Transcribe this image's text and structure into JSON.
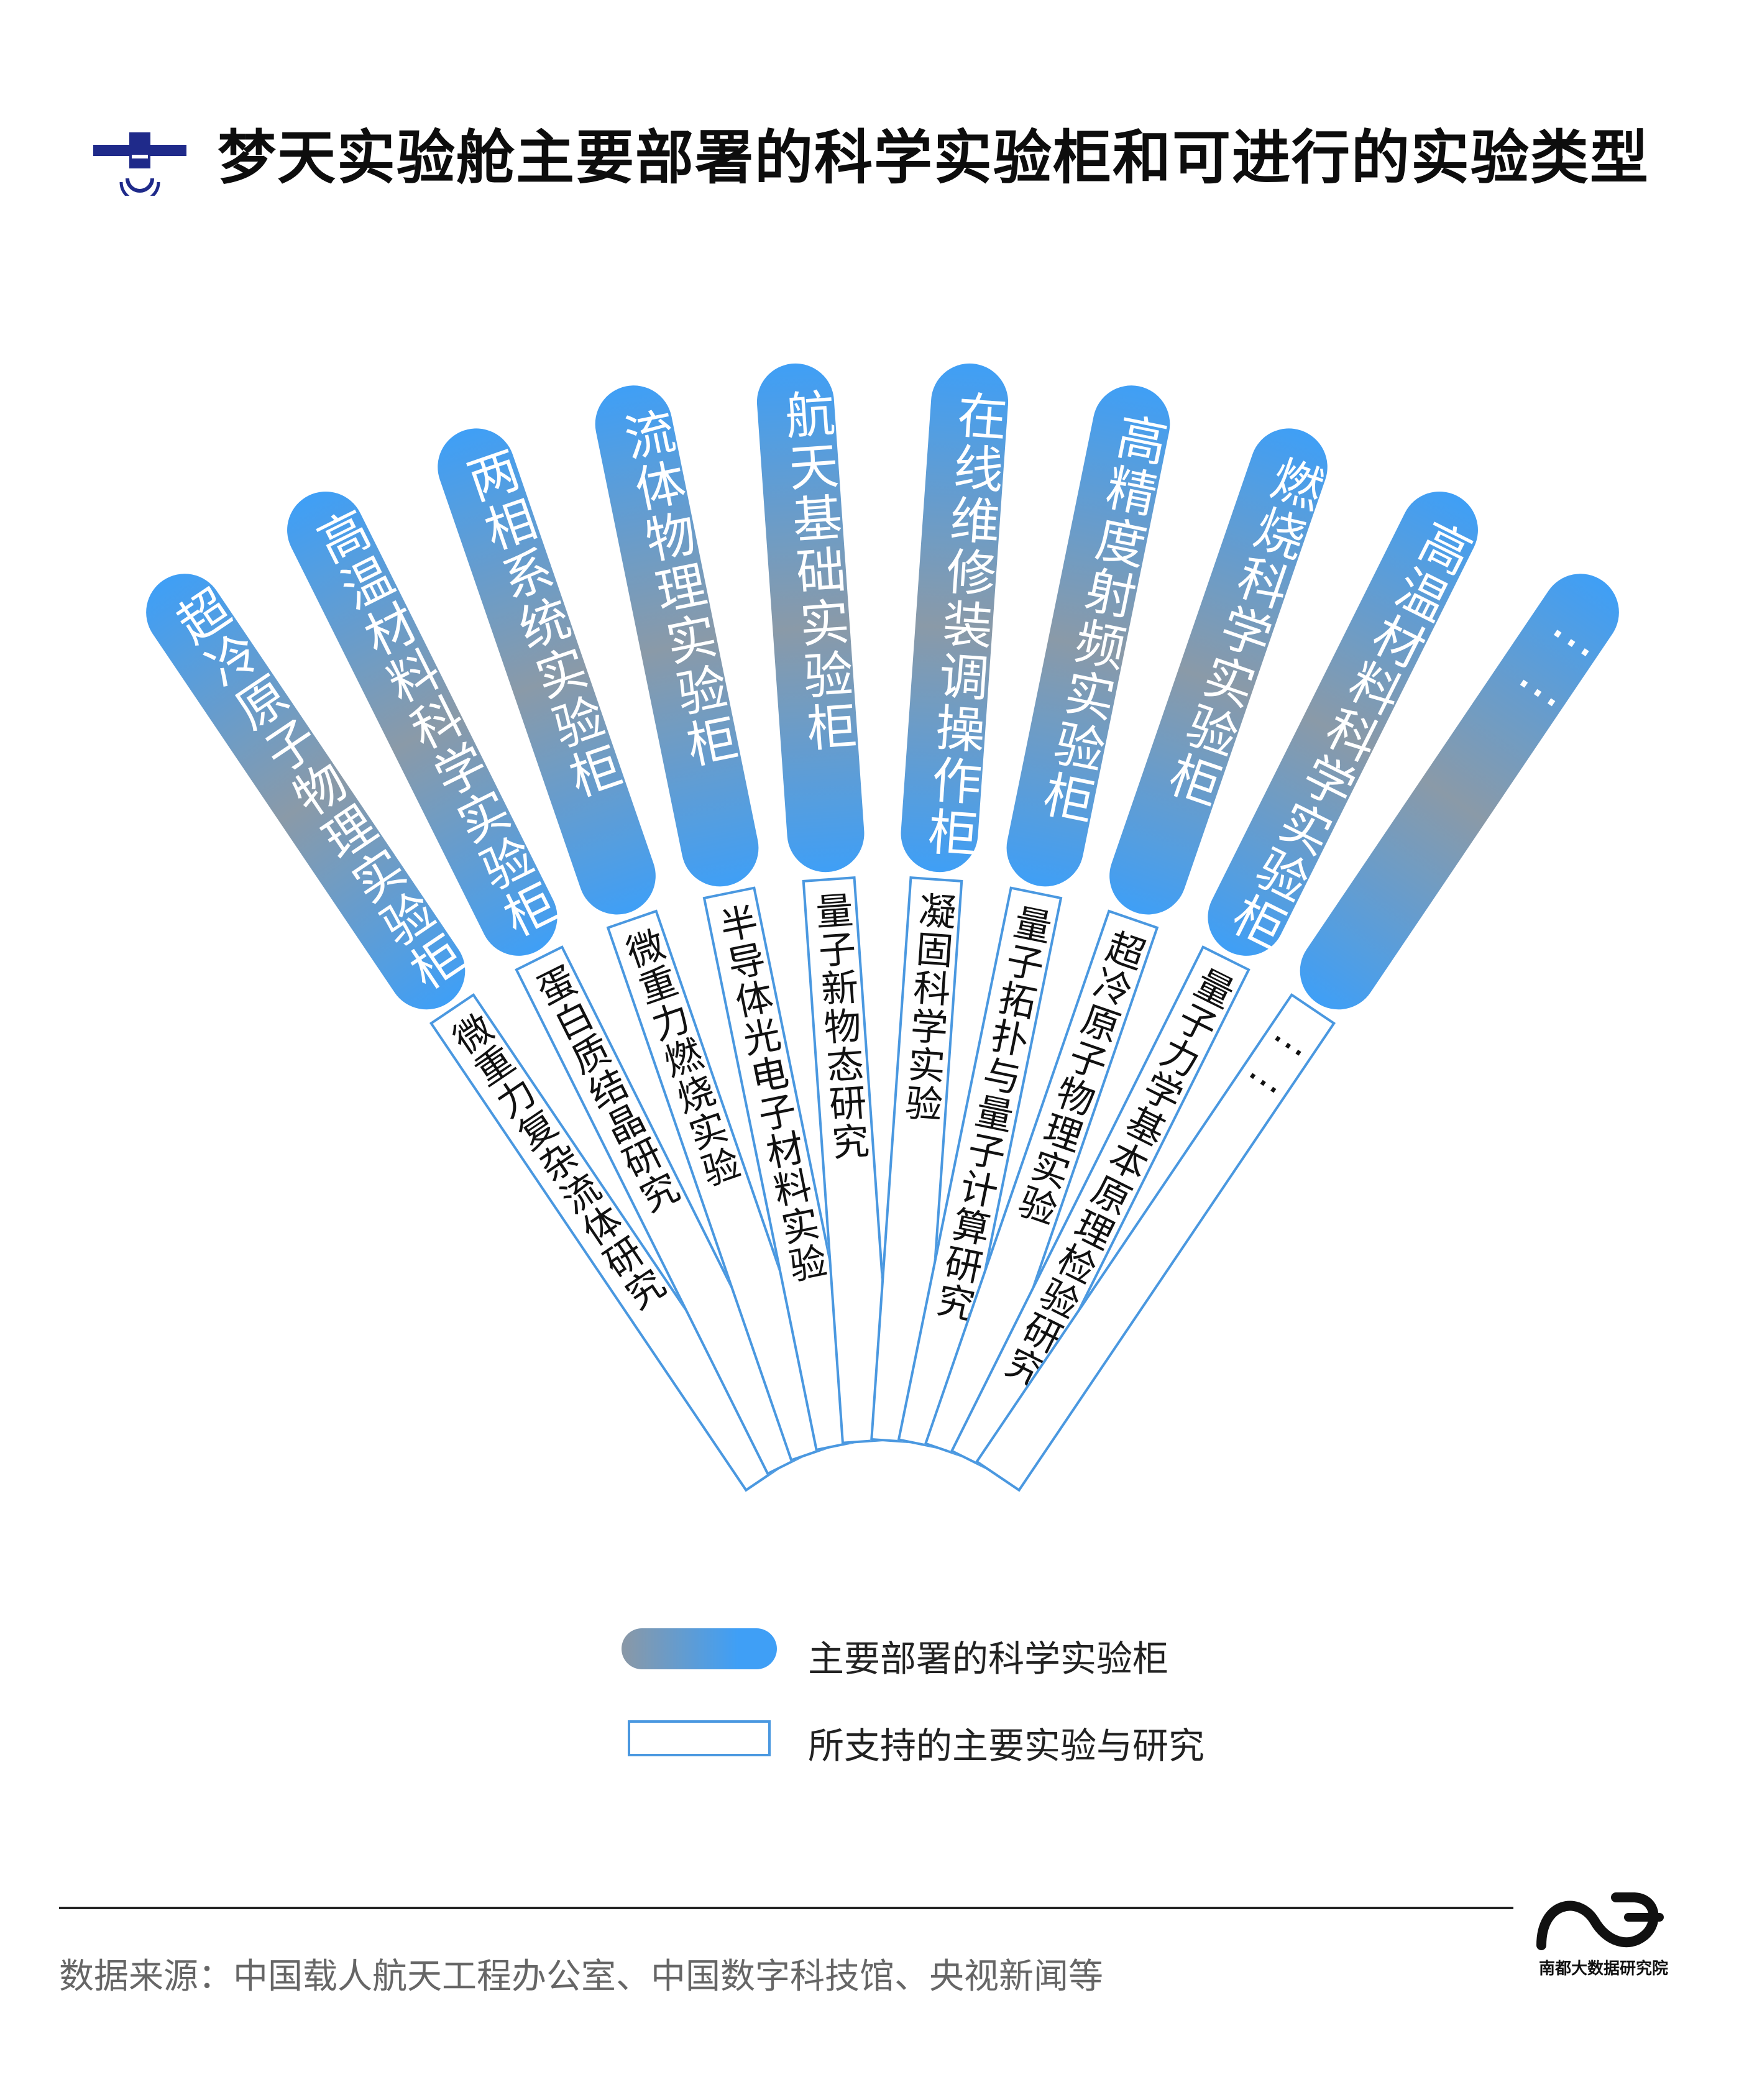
{
  "title": "梦天实验舱主要部署的科学实验柜和可进行的实验类型",
  "header_icon": "satellite-icon",
  "colors": {
    "pill_blue": "#3f9ff6",
    "pill_gray": "#8a9aa8",
    "strip_border": "#4a98e0"
  },
  "cabinets": [
    {
      "name": "超冷原子物理实验柜",
      "experiments": "微重力复杂流体研究"
    },
    {
      "name": "高温材料科学实验柜",
      "experiments": "蛋白质结晶研究"
    },
    {
      "name": "两相系统实验柜",
      "experiments": "微重力燃烧实验"
    },
    {
      "name": "流体物理实验柜",
      "experiments": "半导体光电子材料实验"
    },
    {
      "name": "航天基础实验柜",
      "experiments": "量子新物态研究"
    },
    {
      "name": "在线维修装调操作柜",
      "experiments": "凝固科学实验"
    },
    {
      "name": "高精度射频实验柜",
      "experiments": "量子拓扑与量子计算研究"
    },
    {
      "name": "燃烧科学实验柜",
      "experiments": "超冷原子物理实验"
    },
    {
      "name": "高温材料科学实验柜",
      "experiments": "量子力学基本原理检验研究"
    },
    {
      "name": "……",
      "experiments": "……"
    }
  ],
  "legend": {
    "cabinet_label": "主要部署的科学实验柜",
    "experiment_label": "所支持的主要实验与研究"
  },
  "source": "数据来源：中国载人航天工程办公室、中国数字科技馆、央视新闻等",
  "logo": {
    "icon": "nandu-wave-logo-icon",
    "text": "南都大数据研究院"
  }
}
